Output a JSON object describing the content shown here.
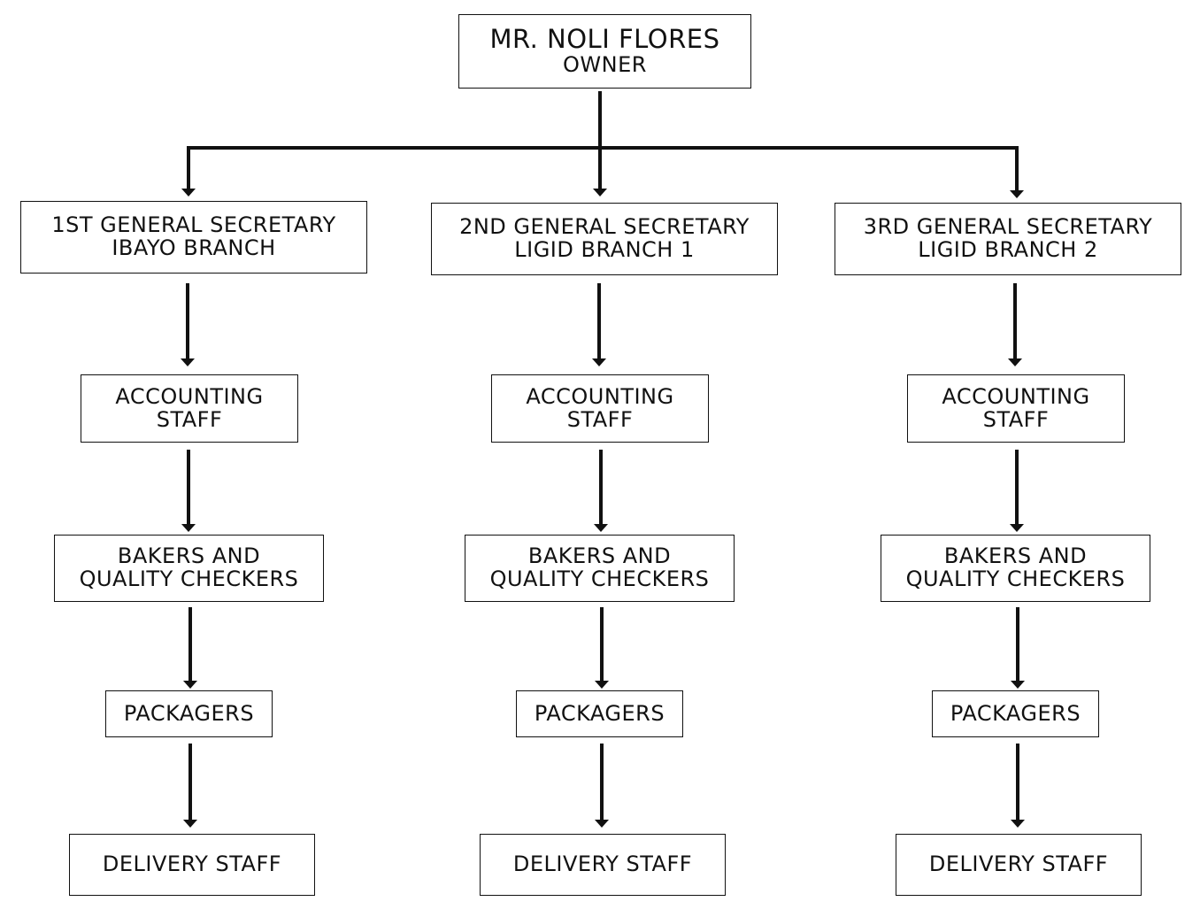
{
  "title": "Organizational Chart",
  "colors": {
    "line": "#111111",
    "box_border": "#111111",
    "background": "#ffffff",
    "text": "#111111"
  },
  "owner": {
    "name": "MR. NOLI FLORES",
    "role": "OWNER"
  },
  "branches": [
    {
      "secretary": {
        "line1": "1ST GENERAL SECRETARY",
        "line2": "IBAYO BRANCH"
      },
      "staff": [
        {
          "line1": "ACCOUNTING",
          "line2": "STAFF"
        },
        {
          "line1": "BAKERS AND",
          "line2": "QUALITY CHECKERS"
        },
        {
          "line1": "PACKAGERS",
          "line2": ""
        },
        {
          "line1": "DELIVERY STAFF",
          "line2": ""
        }
      ]
    },
    {
      "secretary": {
        "line1": "2ND GENERAL SECRETARY",
        "line2": "LIGID BRANCH 1"
      },
      "staff": [
        {
          "line1": "ACCOUNTING",
          "line2": "STAFF"
        },
        {
          "line1": "BAKERS AND",
          "line2": "QUALITY CHECKERS"
        },
        {
          "line1": "PACKAGERS",
          "line2": ""
        },
        {
          "line1": "DELIVERY STAFF",
          "line2": ""
        }
      ]
    },
    {
      "secretary": {
        "line1": "3RD GENERAL SECRETARY",
        "line2": "LIGID BRANCH 2"
      },
      "staff": [
        {
          "line1": "ACCOUNTING",
          "line2": "STAFF"
        },
        {
          "line1": "BAKERS AND",
          "line2": "QUALITY CHECKERS"
        },
        {
          "line1": "PACKAGERS",
          "line2": ""
        },
        {
          "line1": "DELIVERY STAFF",
          "line2": ""
        }
      ]
    }
  ]
}
